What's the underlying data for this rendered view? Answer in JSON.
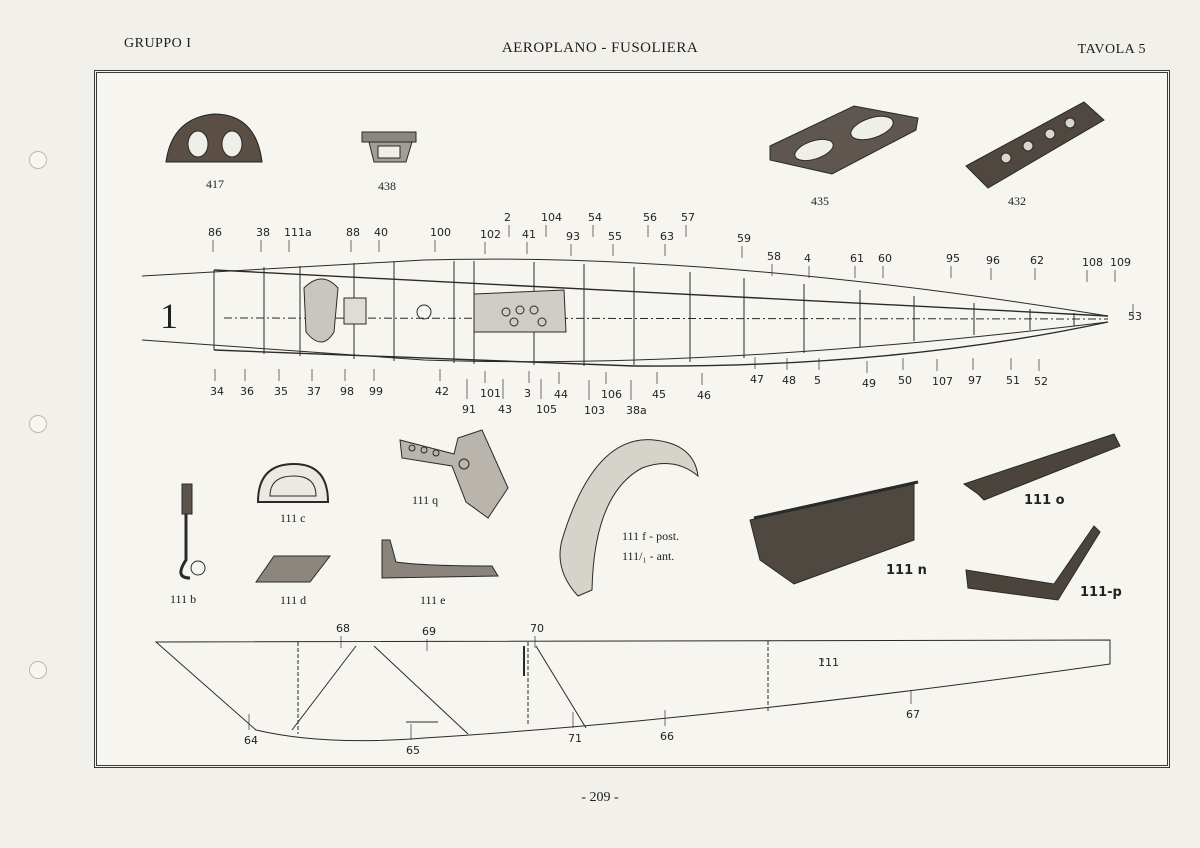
{
  "header": {
    "left": "GRUPPO I",
    "center": "AEROPLANO - FUSOLIERA",
    "right": "TAVOLA 5"
  },
  "page_number": "- 209 -",
  "figure": {
    "main_number": "1",
    "top_parts": [
      "417",
      "438",
      "435",
      "432"
    ],
    "fuselage_labels_top": [
      "86",
      "38",
      "111a",
      "88",
      "40",
      "100",
      "102",
      "2",
      "41",
      "104",
      "93",
      "54",
      "55",
      "56",
      "63",
      "57",
      "59",
      "58",
      "4",
      "61",
      "60",
      "95",
      "96",
      "62",
      "108",
      "109",
      "53"
    ],
    "fuselage_labels_bottom": [
      "34",
      "36",
      "35",
      "37",
      "98",
      "99",
      "42",
      "91",
      "101",
      "43",
      "3",
      "105",
      "44",
      "103",
      "106",
      "38a",
      "45",
      "46",
      "47",
      "48",
      "5",
      "49",
      "50",
      "107",
      "97",
      "51",
      "52"
    ],
    "detail_captions": {
      "p111b": "111 b",
      "p111c": "111 c",
      "p111d": "111 d",
      "p111q": "111 q",
      "p111e": "111 e",
      "p111f_line1": "111 f - post.",
      "p111f_line2": "111/₁ - ant.",
      "p111n": "111 n",
      "p111o": "111 o",
      "p111p": "111-p"
    },
    "side_view_labels": [
      "68",
      "69",
      "70",
      "111",
      "64",
      "65",
      "71",
      "66",
      "67"
    ]
  }
}
